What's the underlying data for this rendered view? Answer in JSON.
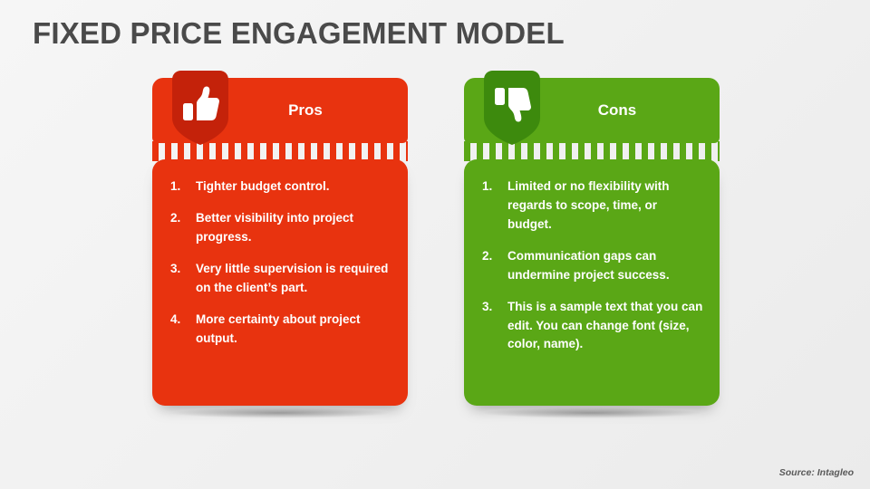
{
  "slide": {
    "title": "FIXED PRICE ENGAGEMENT MODEL",
    "source": "Source: Intagleo"
  },
  "colors": {
    "pros": "#e8330f",
    "cons": "#5aa716",
    "title_text": "#4a4a4a",
    "background": "#f2f2f2"
  },
  "columns": [
    {
      "id": "pros",
      "heading": "Pros",
      "icon": "thumbs-up-icon",
      "points": [
        {
          "num": "1.",
          "text": "Tighter budget control."
        },
        {
          "num": "2.",
          "text": "Better visibility into project progress."
        },
        {
          "num": "3.",
          "text": "Very little supervision is required on the client’s part."
        },
        {
          "num": "4.",
          "text": "More certainty about project output."
        }
      ]
    },
    {
      "id": "cons",
      "heading": "Cons",
      "icon": "thumbs-down-icon",
      "points": [
        {
          "num": "1.",
          "text": "Limited or no flexibility with regards to scope, time, or budget."
        },
        {
          "num": "2.",
          "text": "Communication gaps can undermine project success."
        },
        {
          "num": "3.",
          "text": "This is a sample text that you can edit. You can change font (size, color, name)."
        }
      ]
    }
  ]
}
